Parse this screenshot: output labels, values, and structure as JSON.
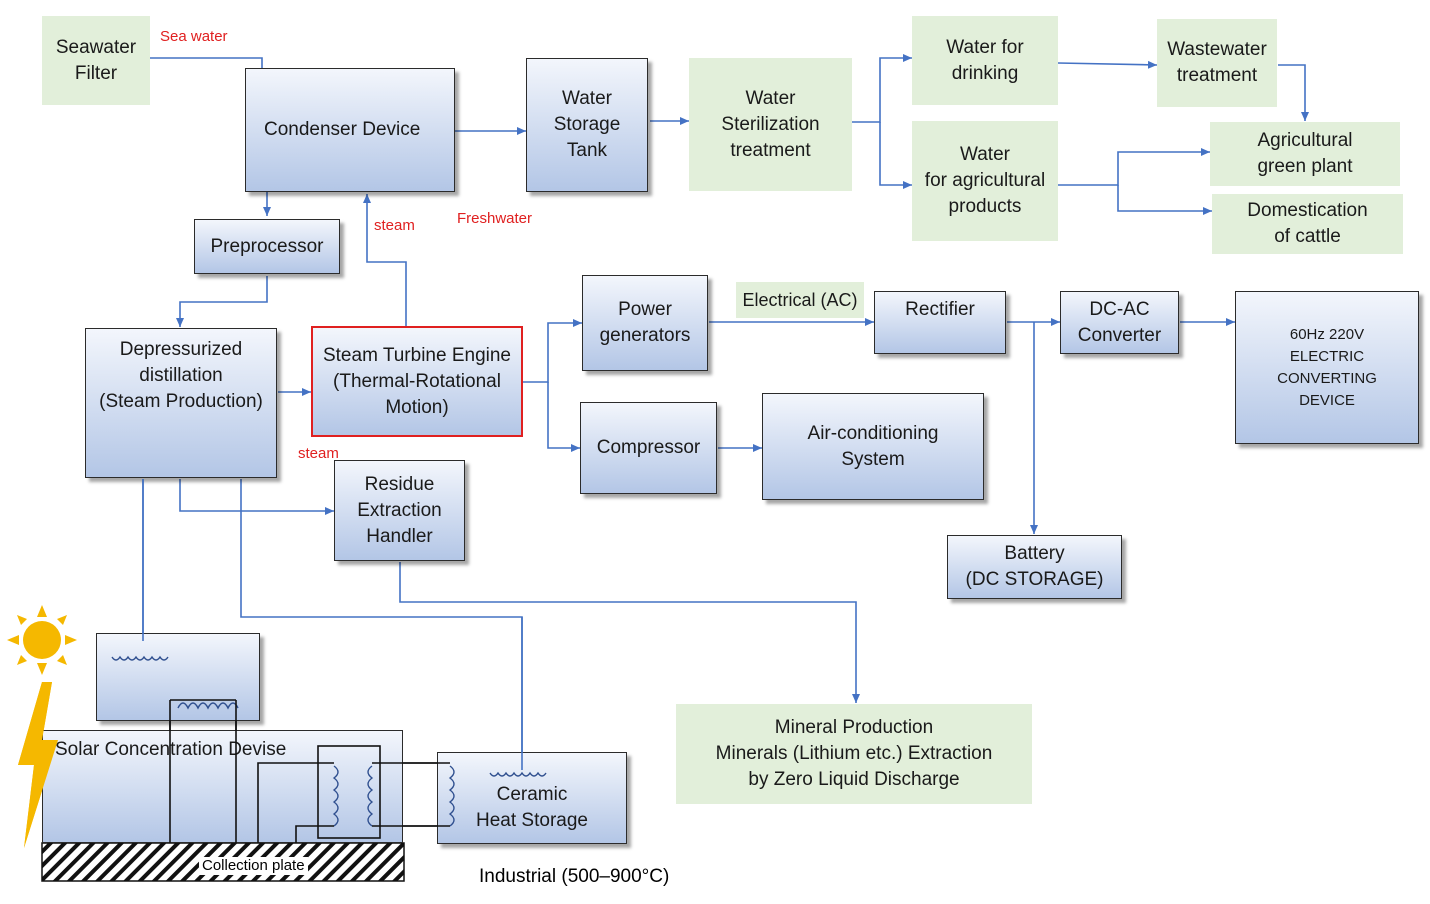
{
  "labels": {
    "sea_water": "Sea water",
    "steam_1": "steam",
    "steam_2": "steam",
    "freshwater": "Freshwater",
    "electrical_ac": "Electrical (AC)",
    "collection_plate": "Collection plate",
    "industrial": "Industrial (500–900°C)"
  },
  "nodes": {
    "seawater_filter": "Seawater\nFilter",
    "condenser": "Condenser  Device",
    "water_storage_tank": "Water\nStorage\nTank",
    "water_sterilization": "Water\nSterilization\ntreatment",
    "water_drinking": "Water  for\ndrinking",
    "water_agricultural": "Water\nfor agricultural\nproducts",
    "wastewater_treatment": "Wastewater\ntreatment",
    "agricultural_green_plant": "Agricultural\ngreen plant",
    "domestication_cattle": "Domestication\nof cattle",
    "preprocessor": "Preprocessor",
    "depressurized_distillation": "Depressurized\ndistillation\n(Steam Production)",
    "steam_turbine": "Steam Turbine Engine\n(Thermal-Rotational\nMotion)",
    "power_generators": "Power\ngenerators",
    "compressor": "Compressor",
    "air_conditioning": "Air-conditioning\nSystem",
    "rectifier": "Rectifier",
    "dc_ac_converter": "DC-AC\nConverter",
    "electric_converting_device": "60Hz  220V\nELECTRIC\nCONVERTING\nDEVICE",
    "battery": "Battery\n(DC STORAGE)",
    "residue_extraction": "Residue\nExtraction\nHandler",
    "mineral_production": "Mineral Production\nMinerals (Lithium etc.) Extraction\nby Zero Liquid Discharge",
    "solar_concentration": "Solar Concentration  Devise",
    "ceramic_heat_storage": "Ceramic\nHeat Storage"
  },
  "colors": {
    "flow_line": "#4472c4",
    "node_fill_light": "#f3f6fc",
    "node_fill_dark": "#b3c6e6",
    "water_node_fill": "#e2efda",
    "highlight_border": "#e02020",
    "sun": "#f5b800"
  }
}
